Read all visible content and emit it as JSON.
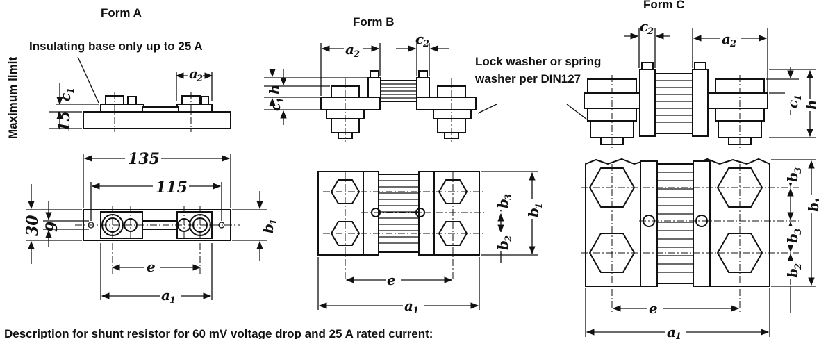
{
  "forms": {
    "a_title": "Form A",
    "b_title": "Form B",
    "c_title": "Form C"
  },
  "notes": {
    "insulating_base": "Insulating base only up to 25 A",
    "lock_washer_line1": "Lock washer or spring",
    "lock_washer_line2": "washer per DIN127",
    "maximum_limit": "Maximum limit",
    "description": "Description for shunt resistor for 60 mV voltage drop and 25 A rated current:"
  },
  "form_a": {
    "dim_135": "135",
    "dim_115": "115",
    "dim_15": "15",
    "dim_30": "30",
    "dim_9": "9"
  },
  "symbols": {
    "a": "a",
    "b": "b",
    "c": "c",
    "e": "e",
    "h": "h",
    "sub1": "1",
    "sub2": "2",
    "sub3": "3"
  }
}
